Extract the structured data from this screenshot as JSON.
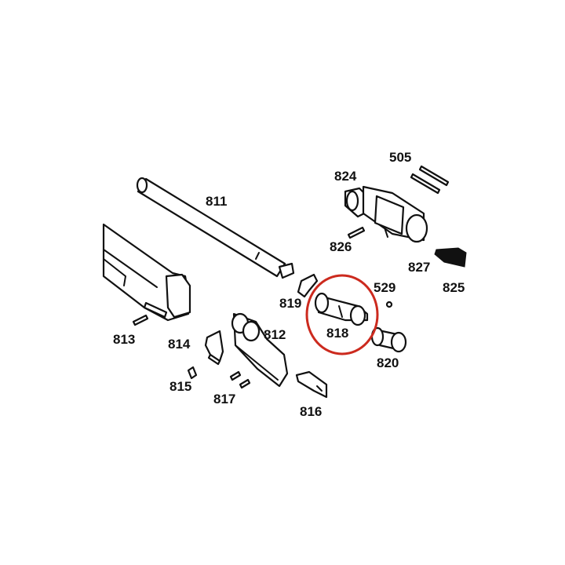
{
  "parts": [
    {
      "id": "p505",
      "label": "505"
    },
    {
      "id": "p824",
      "label": "824"
    },
    {
      "id": "p811",
      "label": "811"
    },
    {
      "id": "p826",
      "label": "826"
    },
    {
      "id": "p827",
      "label": "827"
    },
    {
      "id": "p825",
      "label": "825"
    },
    {
      "id": "p529",
      "label": "529"
    },
    {
      "id": "p819",
      "label": "819"
    },
    {
      "id": "p818",
      "label": "818"
    },
    {
      "id": "p813",
      "label": "813"
    },
    {
      "id": "p814",
      "label": "814"
    },
    {
      "id": "p812",
      "label": "812"
    },
    {
      "id": "p820",
      "label": "820"
    },
    {
      "id": "p815",
      "label": "815"
    },
    {
      "id": "p817",
      "label": "817"
    },
    {
      "id": "p816",
      "label": "816"
    }
  ],
  "highlight": {
    "part": "818",
    "color": "#cc2a1e"
  }
}
